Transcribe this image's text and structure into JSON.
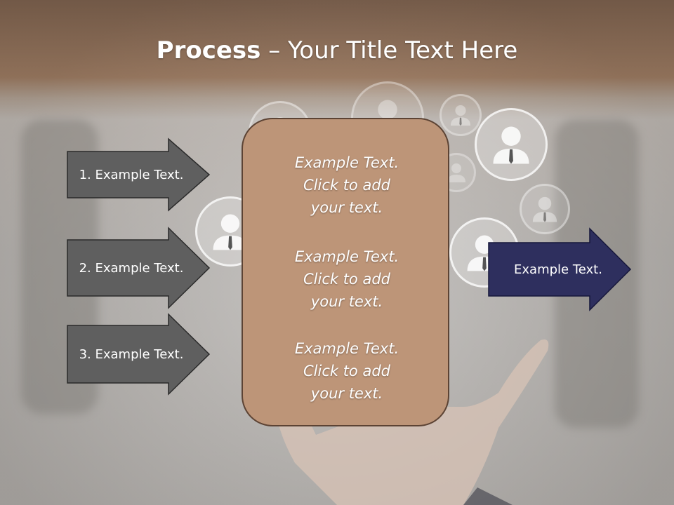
{
  "title": {
    "bold": "Process",
    "separator": " – ",
    "rest": "Your Title Text Here"
  },
  "left_arrows": [
    {
      "label": "1. Example Text."
    },
    {
      "label": "2. Example Text."
    },
    {
      "label": "3. Example Text."
    }
  ],
  "center_box": {
    "paragraphs": [
      "Example Text.\nClick  to add\nyour text.",
      "Example Text.\nClick  to add\nyour text.",
      "Example Text.\nClick  to add\nyour text."
    ]
  },
  "right_arrow": {
    "label": "Example Text."
  },
  "colors": {
    "left_arrow_fill": "#5f5f5f",
    "right_arrow_fill": "#2e2f5e",
    "center_box_fill": "#bd9578",
    "header_band": "#7a5a44"
  },
  "icons": [
    "person-circle-icon",
    "hand-illustration"
  ]
}
